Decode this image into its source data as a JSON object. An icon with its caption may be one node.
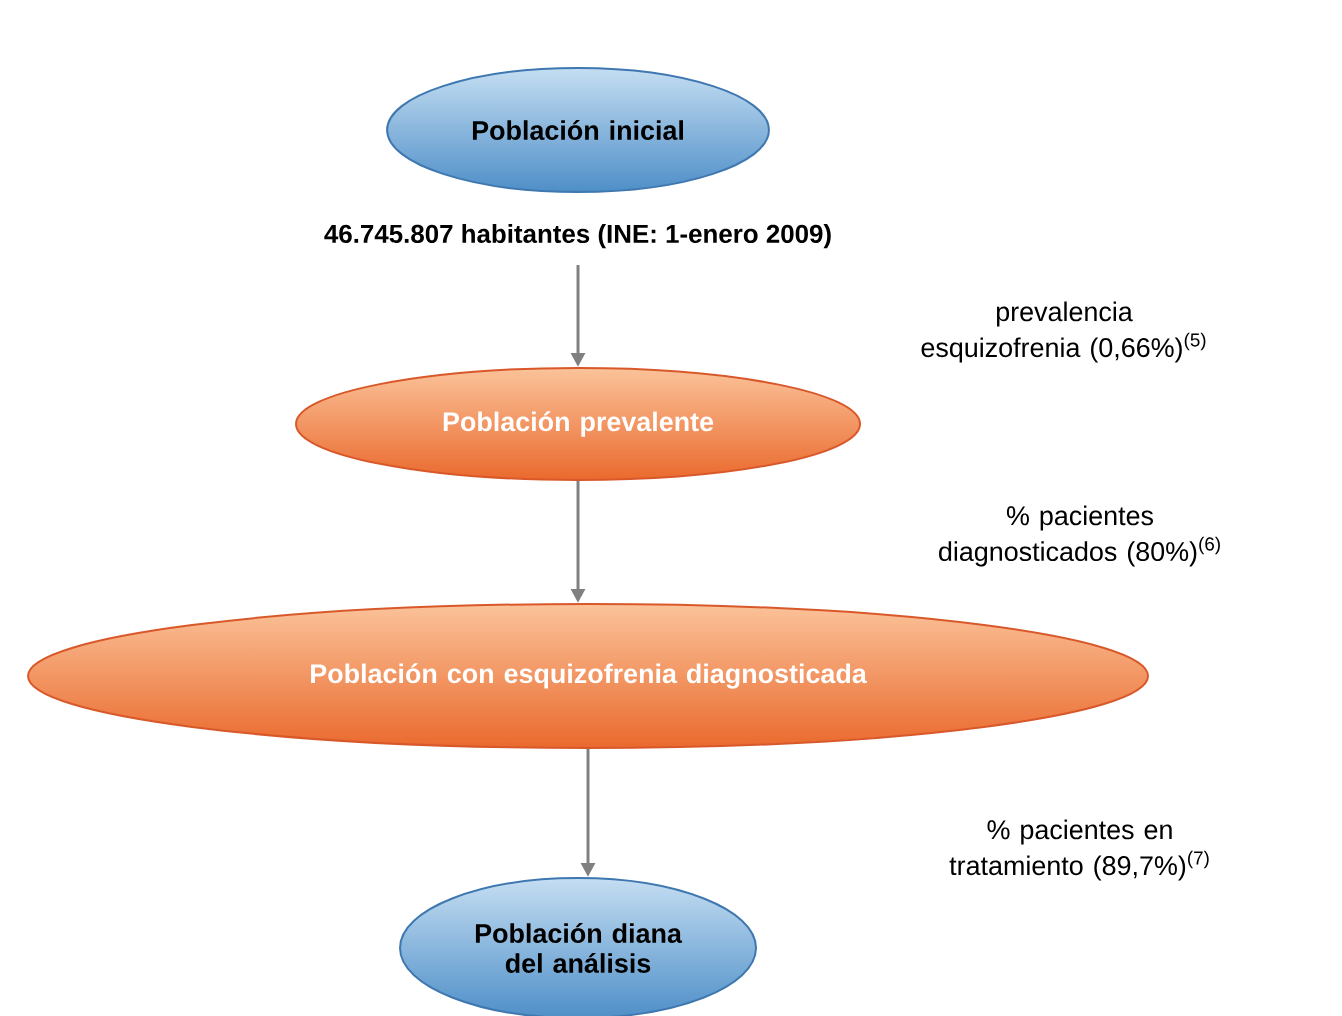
{
  "diagram": {
    "nodes": [
      {
        "text": [
          "Población inicial"
        ],
        "beside": [
          "46.745.807 habitantes (INE: 1-enero 2009)"
        ]
      },
      {
        "text": [
          "Población prevalente"
        ]
      },
      {
        "text": [
          "Población con esquizofrenia diagnosticada"
        ]
      },
      {
        "text": [
          "Población diana del análisis"
        ]
      }
    ],
    "edges": [
      {
        "from": 0,
        "to": 1,
        "arrow": "to"
      },
      {
        "from": 1,
        "to": 2,
        "arrow": "to"
      },
      {
        "from": 2,
        "to": 3,
        "arrow": "to"
      }
    ],
    "labels": [
      "prevalencia esquizofrenia (0,66%)$^{(5)}$",
      "% pacientes diagnosticados (80%)$^{(6)}$",
      "% pacientes en tratamiento (89,7%)$^{(7)}$"
    ]
  }
}
